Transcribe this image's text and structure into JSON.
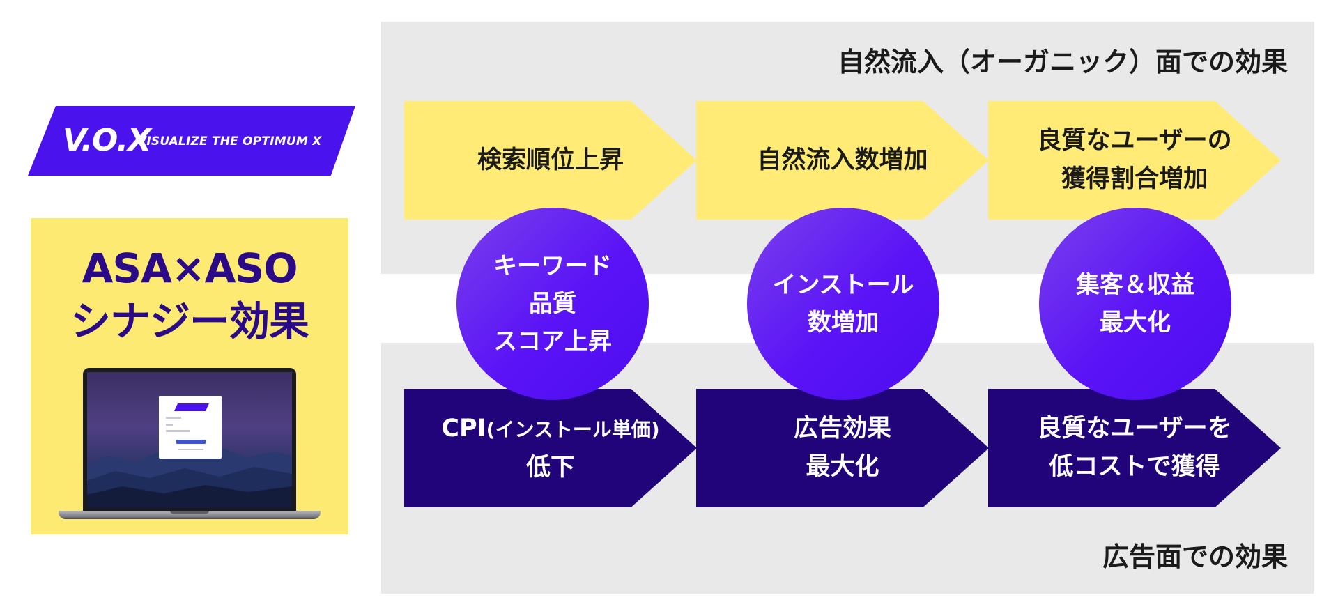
{
  "brand": {
    "logo": "V.O.X",
    "tagline": "VISUALIZE THE OPTIMUM X",
    "accent_color": "#4a13ee"
  },
  "promo": {
    "title_line1": "ASA×ASO",
    "title_line2": "シナジー効果",
    "background_color": "#fdea73",
    "title_color": "#2a0a86"
  },
  "organic": {
    "label": "自然流入（オーガニック）面での効果",
    "steps": [
      "検索順位上昇",
      "自然流入数増加",
      "良質なユーザーの\n獲得割合増加"
    ],
    "color": "#ffeb75"
  },
  "bridges": [
    "キーワード\n品質\nスコア上昇",
    "インストール\n数増加",
    "集客＆収益\n最大化"
  ],
  "ad": {
    "label": "広告面での効果",
    "steps": [
      {
        "main": "CPI",
        "paren": "(インストール単価)",
        "line2": "低下"
      },
      {
        "text": "広告効果\n最大化"
      },
      {
        "text": "良質なユーザーを\n低コストで獲得"
      }
    ],
    "color": "#22047a"
  }
}
